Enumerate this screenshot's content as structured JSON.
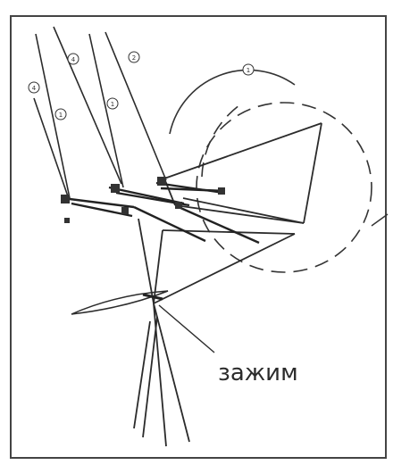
{
  "figure": {
    "label": "зажим",
    "markers": [
      "4",
      "4",
      "1",
      "1",
      "2",
      "1"
    ]
  },
  "colors": {
    "ink": "#2b2b2b",
    "paper": "#ffffff",
    "frame": "#444444"
  }
}
